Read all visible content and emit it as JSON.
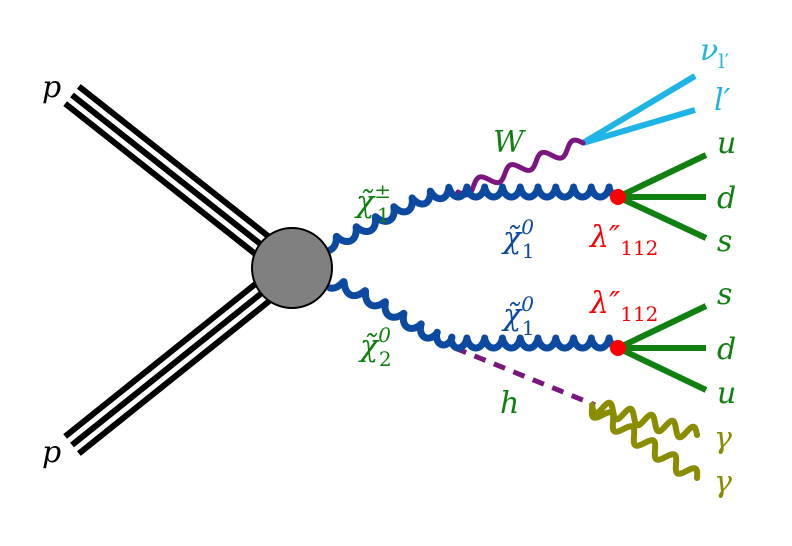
{
  "colors": {
    "proton": "#000000",
    "blob_fill": "#808080",
    "blob_stroke": "#000000",
    "chargino": "#0b4aa0",
    "neutralino": "#0b4aa0",
    "w_boson": "#7b1680",
    "higgs": "#7b1680",
    "photon": "#8c8c00",
    "lepton": "#1eb4e6",
    "quark": "#108010",
    "rpv_vertex": "#ff0000",
    "label_green": "#108010",
    "label_blue": "#0b4aa0",
    "label_cyan": "#1eb4e6",
    "label_red": "#ff0000",
    "label_olive": "#8c8c00",
    "label_black": "#000000"
  },
  "labels": {
    "proton_top": "p",
    "proton_bottom": "p",
    "chargino_base": "χ̃",
    "chargino_sub": "1",
    "chargino_sup": "±",
    "neutralino2_base": "χ̃",
    "neutralino2_sub": "2",
    "neutralino2_sup": "0",
    "neutralino1_top_base": "χ̃",
    "neutralino1_top_sub": "1",
    "neutralino1_top_sup": "0",
    "neutralino1_bot_base": "χ̃",
    "neutralino1_bot_sub": "1",
    "neutralino1_bot_sup": "0",
    "w": "W",
    "higgs": "h",
    "rpv_top_base": "λ″",
    "rpv_top_sub": "112",
    "rpv_bot_base": "λ″",
    "rpv_bot_sub": "112",
    "nu_base": "ν",
    "nu_sub": "l′",
    "lepton": "l′",
    "quark_u_top": "u",
    "quark_d_top": "d",
    "quark_s_top": "s",
    "quark_s_bot": "s",
    "quark_d_bot": "d",
    "quark_u_bot": "u",
    "photon_1": "γ",
    "photon_2": "γ"
  }
}
